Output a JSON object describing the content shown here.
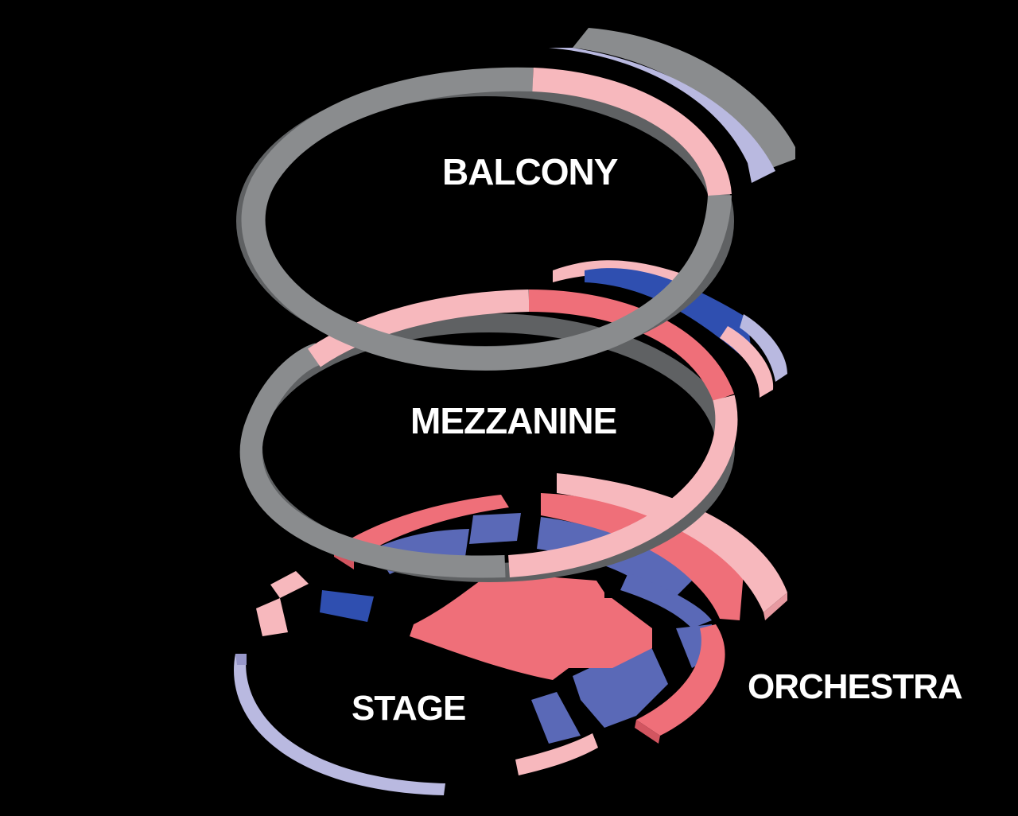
{
  "labels": {
    "balcony": "BALCONY",
    "mezzanine": "MEZZANINE",
    "stage": "STAGE",
    "orchestra": "ORCHESTRA"
  },
  "colors": {
    "background": "#000000",
    "gray": "#8a8c8e",
    "gray_dark": "#5f6163",
    "pink_light": "#f7b8bd",
    "pink_light_side": "#e79aa1",
    "pink": "#ef6f79",
    "pink_side": "#d25560",
    "blue": "#2f4fb0",
    "blue_mid": "#5a69b7",
    "blue_light": "#b9b9e0",
    "blue_light_side": "#9797c9"
  }
}
